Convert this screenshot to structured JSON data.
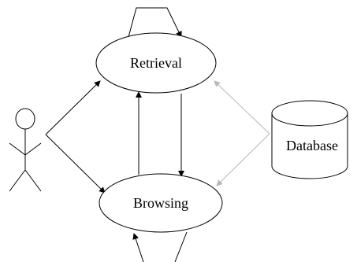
{
  "diagram": {
    "nodes": {
      "retrieval": {
        "label": "Retrieval"
      },
      "browsing": {
        "label": "Browsing"
      },
      "database": {
        "label": "Database"
      },
      "user": {
        "icon": "stick-figure-icon"
      }
    },
    "edges": [
      {
        "from": "user",
        "to": "retrieval"
      },
      {
        "from": "user",
        "to": "browsing"
      },
      {
        "from": "retrieval",
        "to": "retrieval",
        "kind": "self-loop"
      },
      {
        "from": "retrieval",
        "to": "browsing"
      },
      {
        "from": "browsing",
        "to": "retrieval"
      },
      {
        "from": "database",
        "to": "retrieval",
        "style": "light"
      },
      {
        "from": "database",
        "to": "browsing",
        "style": "light"
      },
      {
        "from": "browsing",
        "to": "browsing",
        "kind": "self-loop"
      }
    ],
    "colors": {
      "stroke": "#000000",
      "light_edge": "#b8b8b8",
      "background": "#ffffff"
    }
  }
}
